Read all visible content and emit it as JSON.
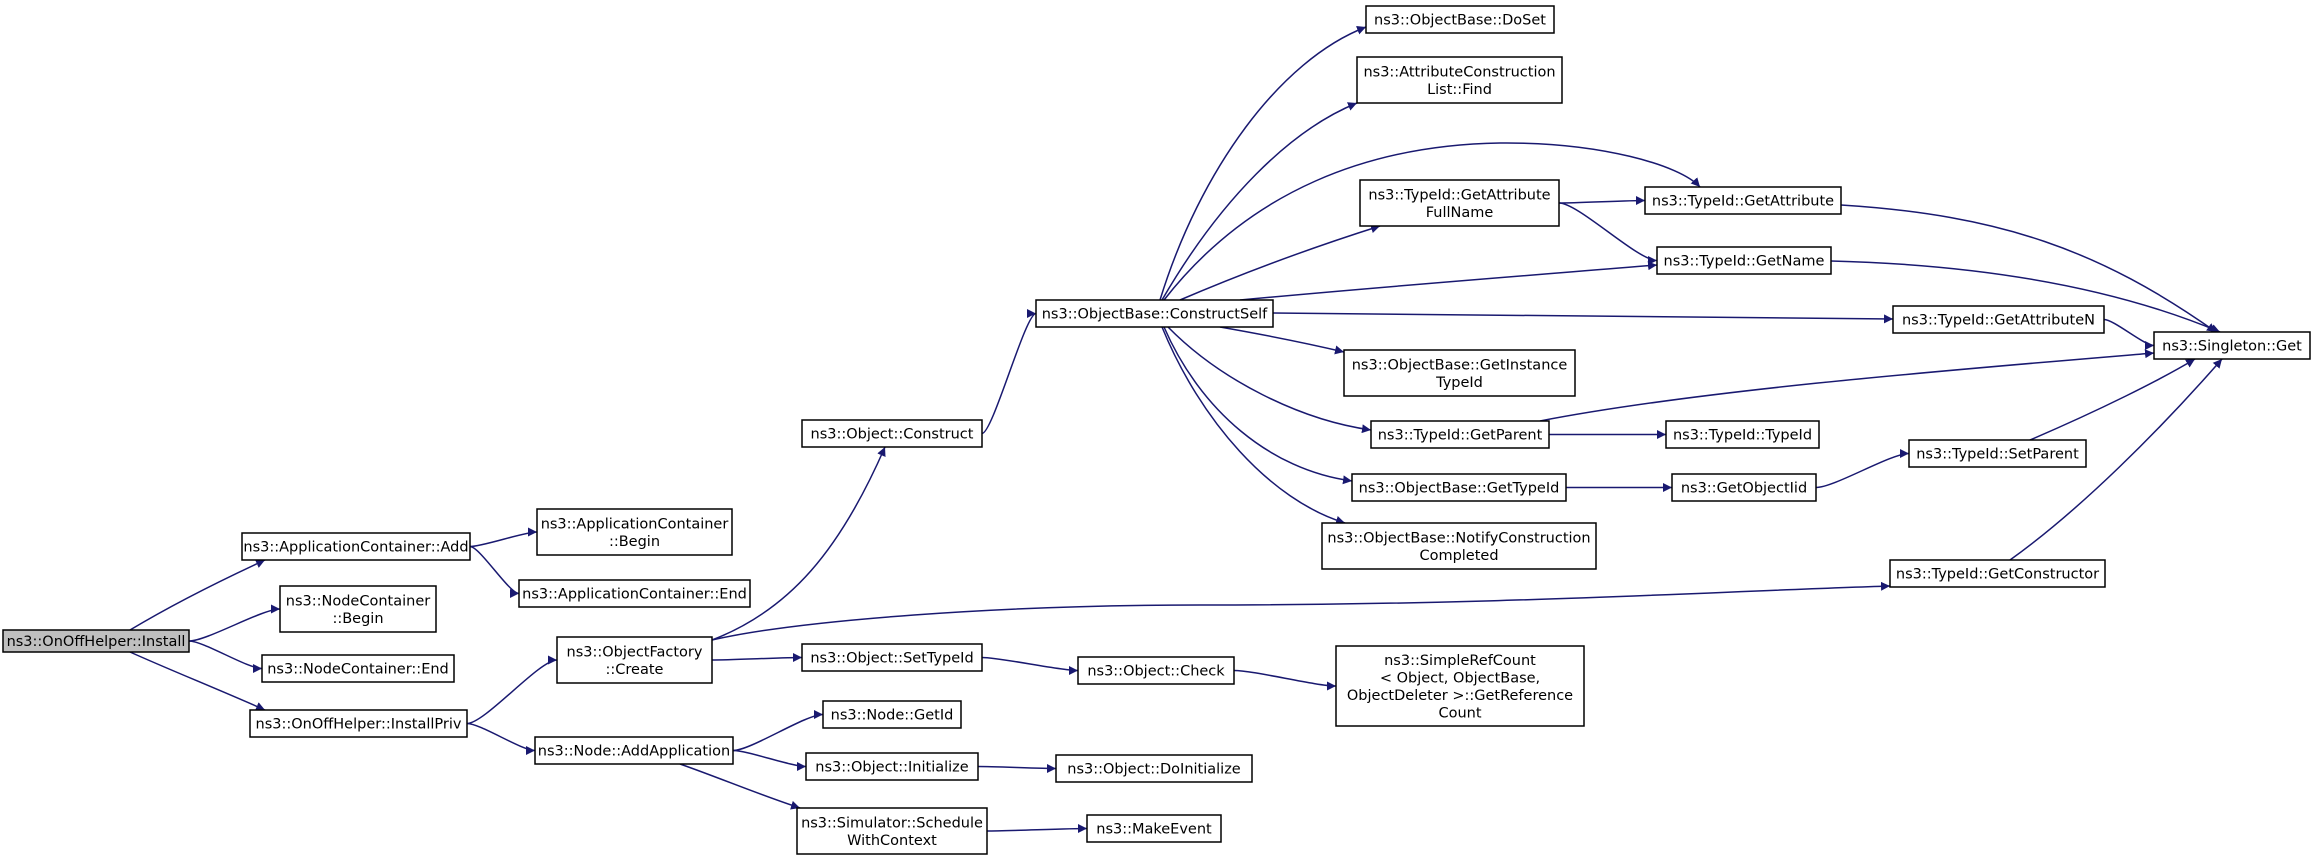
{
  "diagram": {
    "type": "call-graph",
    "nodes": {
      "install": {
        "lines": [
          "ns3::OnOffHelper::Install"
        ],
        "root": true
      },
      "appAdd": {
        "lines": [
          "ns3::ApplicationContainer::Add"
        ]
      },
      "ncBegin": {
        "lines": [
          "ns3::NodeContainer",
          "::Begin"
        ]
      },
      "ncEnd": {
        "lines": [
          "ns3::NodeContainer::End"
        ]
      },
      "installPriv": {
        "lines": [
          "ns3::OnOffHelper::InstallPriv"
        ]
      },
      "acBegin": {
        "lines": [
          "ns3::ApplicationContainer",
          "::Begin"
        ]
      },
      "acEnd": {
        "lines": [
          "ns3::ApplicationContainer::End"
        ]
      },
      "ofCreate": {
        "lines": [
          "ns3::ObjectFactory",
          "::Create"
        ]
      },
      "nodeAddApp": {
        "lines": [
          "ns3::Node::AddApplication"
        ]
      },
      "objConstruct": {
        "lines": [
          "ns3::Object::Construct"
        ]
      },
      "objSetTypeId": {
        "lines": [
          "ns3::Object::SetTypeId"
        ]
      },
      "nodeGetId": {
        "lines": [
          "ns3::Node::GetId"
        ]
      },
      "objInitialize": {
        "lines": [
          "ns3::Object::Initialize"
        ]
      },
      "simSchedule": {
        "lines": [
          "ns3::Simulator::Schedule",
          "WithContext"
        ]
      },
      "obConstructSelf": {
        "lines": [
          "ns3::ObjectBase::ConstructSelf"
        ]
      },
      "objCheck": {
        "lines": [
          "ns3::Object::Check"
        ]
      },
      "objDoInit": {
        "lines": [
          "ns3::Object::DoInitialize"
        ]
      },
      "makeEvent": {
        "lines": [
          "ns3::MakeEvent"
        ]
      },
      "obDoSet": {
        "lines": [
          "ns3::ObjectBase::DoSet"
        ]
      },
      "aclFind": {
        "lines": [
          "ns3::AttributeConstruction",
          "List::Find"
        ]
      },
      "tidGetAttrFullName": {
        "lines": [
          "ns3::TypeId::GetAttribute",
          "FullName"
        ]
      },
      "obGetInstanceTypeId": {
        "lines": [
          "ns3::ObjectBase::GetInstance",
          "TypeId"
        ]
      },
      "tidGetParent": {
        "lines": [
          "ns3::TypeId::GetParent"
        ]
      },
      "obGetTypeId": {
        "lines": [
          "ns3::ObjectBase::GetTypeId"
        ]
      },
      "obNotify": {
        "lines": [
          "ns3::ObjectBase::NotifyConstruction",
          "Completed"
        ]
      },
      "simpleRefCount": {
        "lines": [
          "ns3::SimpleRefCount",
          "< Object, ObjectBase,",
          " ObjectDeleter >::GetReference",
          "Count"
        ]
      },
      "tidGetAttribute": {
        "lines": [
          "ns3::TypeId::GetAttribute"
        ]
      },
      "tidGetName": {
        "lines": [
          "ns3::TypeId::GetName"
        ]
      },
      "tidGetAttributeN": {
        "lines": [
          "ns3::TypeId::GetAttributeN"
        ]
      },
      "tidTypeId": {
        "lines": [
          "ns3::TypeId::TypeId"
        ]
      },
      "getObjectIid": {
        "lines": [
          "ns3::GetObjectIid"
        ]
      },
      "tidGetConstructor": {
        "lines": [
          "ns3::TypeId::GetConstructor"
        ]
      },
      "tidSetParent": {
        "lines": [
          "ns3::TypeId::SetParent"
        ]
      },
      "singletonGet": {
        "lines": [
          "ns3::Singleton::Get"
        ]
      }
    },
    "edges": [
      [
        "install",
        "appAdd"
      ],
      [
        "install",
        "ncBegin"
      ],
      [
        "install",
        "ncEnd"
      ],
      [
        "install",
        "installPriv"
      ],
      [
        "appAdd",
        "acBegin"
      ],
      [
        "appAdd",
        "acEnd"
      ],
      [
        "installPriv",
        "ofCreate"
      ],
      [
        "installPriv",
        "nodeAddApp"
      ],
      [
        "ofCreate",
        "objConstruct"
      ],
      [
        "ofCreate",
        "objSetTypeId"
      ],
      [
        "ofCreate",
        "tidGetConstructor"
      ],
      [
        "objConstruct",
        "obConstructSelf"
      ],
      [
        "objSetTypeId",
        "objCheck"
      ],
      [
        "objCheck",
        "simpleRefCount"
      ],
      [
        "nodeAddApp",
        "nodeGetId"
      ],
      [
        "nodeAddApp",
        "objInitialize"
      ],
      [
        "nodeAddApp",
        "simSchedule"
      ],
      [
        "objInitialize",
        "objDoInit"
      ],
      [
        "simSchedule",
        "makeEvent"
      ],
      [
        "obConstructSelf",
        "obDoSet"
      ],
      [
        "obConstructSelf",
        "aclFind"
      ],
      [
        "obConstructSelf",
        "tidGetAttribute"
      ],
      [
        "obConstructSelf",
        "tidGetAttrFullName"
      ],
      [
        "obConstructSelf",
        "tidGetName"
      ],
      [
        "obConstructSelf",
        "tidGetAttributeN"
      ],
      [
        "obConstructSelf",
        "obGetInstanceTypeId"
      ],
      [
        "obConstructSelf",
        "tidGetParent"
      ],
      [
        "obConstructSelf",
        "obGetTypeId"
      ],
      [
        "obConstructSelf",
        "obNotify"
      ],
      [
        "tidGetAttrFullName",
        "tidGetAttribute"
      ],
      [
        "tidGetAttrFullName",
        "tidGetName"
      ],
      [
        "tidGetAttribute",
        "singletonGet"
      ],
      [
        "tidGetName",
        "singletonGet"
      ],
      [
        "tidGetAttributeN",
        "singletonGet"
      ],
      [
        "tidGetParent",
        "singletonGet"
      ],
      [
        "tidGetParent",
        "tidTypeId"
      ],
      [
        "obGetTypeId",
        "getObjectIid"
      ],
      [
        "getObjectIid",
        "tidSetParent"
      ],
      [
        "tidSetParent",
        "singletonGet"
      ],
      [
        "tidGetConstructor",
        "singletonGet"
      ]
    ],
    "colors": {
      "edge": "#191970",
      "root_fill": "#bfbfbf",
      "node_fill": "#ffffff"
    }
  }
}
